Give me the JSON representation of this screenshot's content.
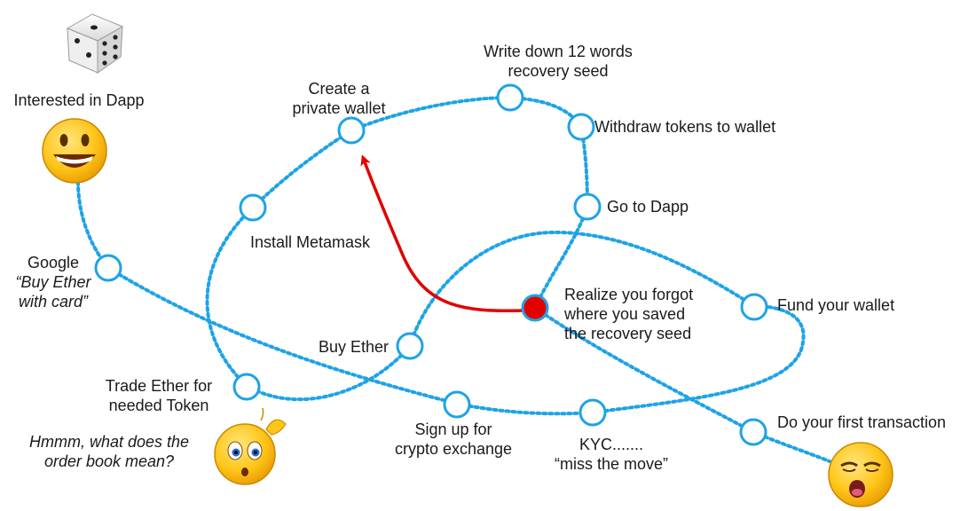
{
  "colors": {
    "path": "#1ea3e6",
    "arrow": "#e10000",
    "node_fill": "#ffffff",
    "node_red": "#e40000",
    "text": "#1a1a1a"
  },
  "icons": {
    "dice": "dice-icon",
    "start": "grinning-emoji-icon",
    "confused": "confused-emoji-icon",
    "end": "exhausted-emoji-icon"
  },
  "labels": {
    "interested": "Interested in Dapp",
    "google_1": "Google",
    "google_2": "“Buy Ether",
    "google_3": "with card”",
    "install_metamask": "Install Metamask",
    "create_wallet_1": "Create a",
    "create_wallet_2": "private wallet",
    "write_seed_1": "Write down 12 words",
    "write_seed_2": "recovery seed",
    "withdraw": "Withdraw tokens to wallet",
    "go_dapp": "Go to Dapp",
    "realize_1": "Realize you forgot",
    "realize_2": "where you saved",
    "realize_3": "the recovery seed",
    "fund_wallet": "Fund your wallet",
    "buy_ether": "Buy Ether",
    "trade_1": "Trade Ether for",
    "trade_2": "needed Token",
    "hmmm_1": "Hmmm, what does the",
    "hmmm_2": "order book mean?",
    "signup_1": "Sign up for",
    "signup_2": "crypto exchange",
    "kyc_1": "KYC.......",
    "kyc_2": "“miss the move”",
    "first_tx": "Do your first transaction"
  }
}
